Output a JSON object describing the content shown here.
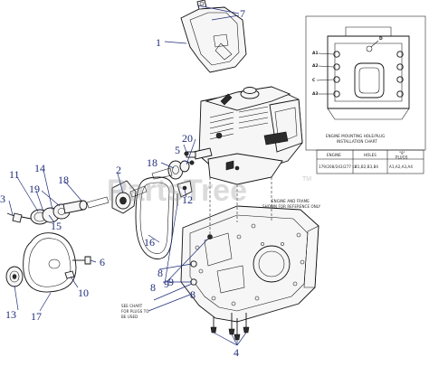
{
  "callouts": {
    "c1": "1",
    "c2": "2",
    "c3": "3",
    "c4": "4",
    "c5": "5",
    "c6": "6",
    "c7": "7",
    "c8a": "8",
    "c8b": "8",
    "c8c": "8",
    "c9a": "9",
    "c9b": "9",
    "c10": "10",
    "c11": "11",
    "c12": "12",
    "c13": "13",
    "c14": "14",
    "c15": "15",
    "c16": "16",
    "c17": "17",
    "c18": "18",
    "c19": "19",
    "c20": "20"
  },
  "inset": {
    "title_line1": "ENGINE MOUNTING HOLE/PLUG",
    "title_line2": "INSTALLATION CHART",
    "col_engine": "ENGINE",
    "col_holes": "HOLES",
    "col_plugs": "\"9\"",
    "col_plugs_sub": "PLUGS",
    "row_model": "179/208/243/277 cc",
    "row_holes": "B1,B2,B3,B4",
    "row_plugs": "A1,A2,A3,A4",
    "labels": {
      "a1": "A1",
      "a2": "A2",
      "a3": "A3",
      "a4": "A4",
      "c": "C",
      "d": "D"
    }
  },
  "notes": {
    "engine_frame_l1": "ENGINE AND FRAME",
    "engine_frame_l2": "SHOWN FOR REFERENCE ONLY",
    "see_chart_l1": "SEE CHART",
    "see_chart_l2": "FOR PLUGS TO",
    "see_chart_l3": "BE USED"
  },
  "watermark": {
    "text": "PartsTree",
    "tm": "TM"
  }
}
